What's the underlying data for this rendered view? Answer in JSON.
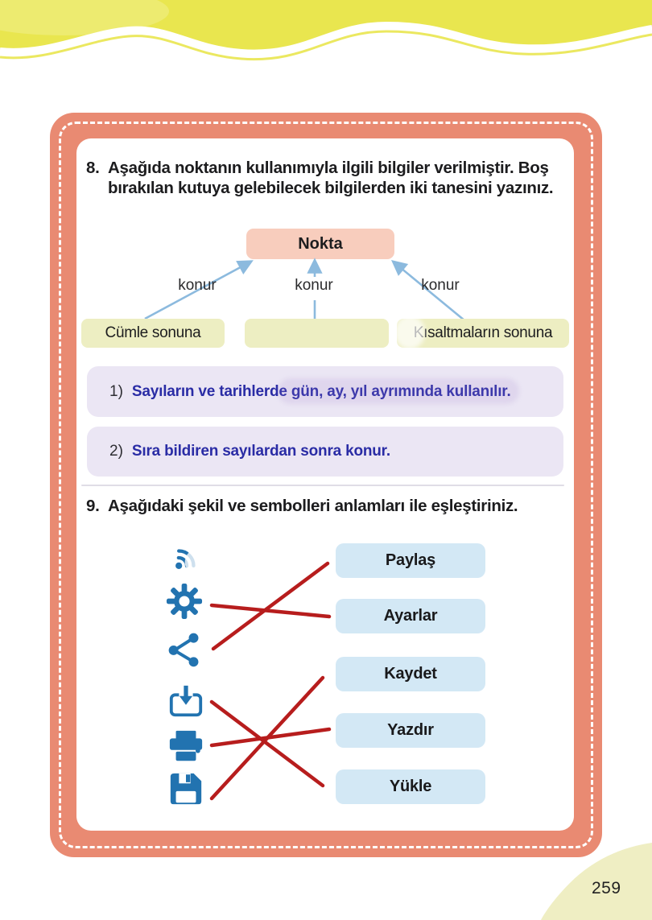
{
  "page": {
    "number": "259"
  },
  "colors": {
    "frame_orange": "#e98a72",
    "header_yellow": "#e9e64f",
    "nokta_box_pink": "#f8cdbd",
    "leaf_box_yellow": "#edeec2",
    "answer_box_lavender": "#ebe6f4",
    "label_box_blue": "#d3e8f5",
    "icon_blue": "#2273b0",
    "match_line_red": "#b71d1d",
    "arrow_blue": "#8cbade",
    "answer_text_blue": "#2a2ca5"
  },
  "question8": {
    "number": "8.",
    "text_line1": "Aşağıda noktanın kullanımıyla ilgili bilgiler verilmiştir. Boş",
    "text_line2": "bırakılan kutuya gelebilecek bilgilerden iki tanesini yazınız.",
    "diagram": {
      "root_label": "Nokta",
      "edge_labels": [
        "konur",
        "konur",
        "konur"
      ],
      "leaf_boxes": [
        "Cümle sonuna",
        "",
        "Kısaltmaların sonuna"
      ]
    },
    "answers": [
      {
        "marker": "1)",
        "text": "Sayıların ve tarihlerde gün, ay, yıl ayrımında kullanılır."
      },
      {
        "marker": "2)",
        "text": "Sıra bildiren sayılardan sonra konur."
      }
    ]
  },
  "question9": {
    "number": "9.",
    "text": "Aşağıdaki şekil ve sembolleri anlamları ile eşleştiriniz.",
    "icons": [
      "wifi-icon",
      "gear-icon",
      "share-icon",
      "download-icon",
      "printer-icon",
      "save-icon"
    ],
    "labels": [
      "Paylaş",
      "Ayarlar",
      "Kaydet",
      "Yazdır",
      "Yükle"
    ],
    "matches": [
      {
        "from": "gear-icon",
        "to": "Ayarlar"
      },
      {
        "from": "share-icon",
        "to": "Paylaş"
      },
      {
        "from": "download-icon",
        "to": "Yükle"
      },
      {
        "from": "printer-icon",
        "to": "Yazdır"
      },
      {
        "from": "save-icon",
        "to": "Kaydet"
      }
    ]
  }
}
